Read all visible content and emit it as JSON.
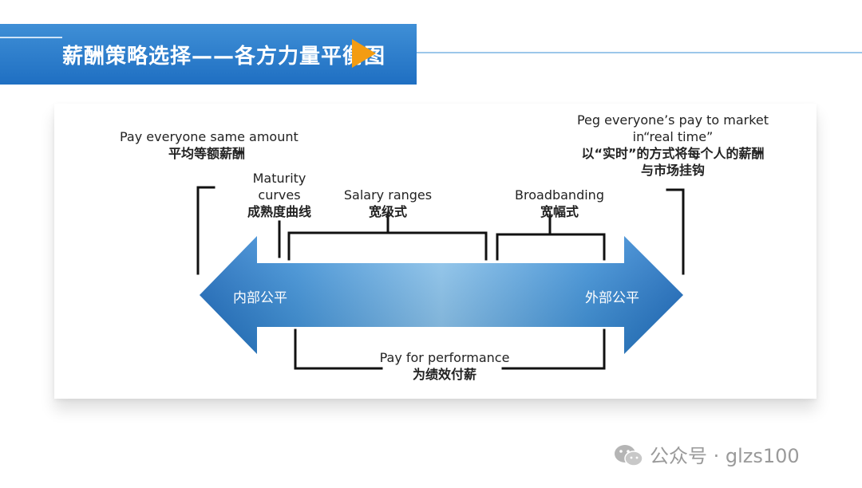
{
  "header": {
    "title": "薪酬策略选择——各方力量平衡图"
  },
  "diagram": {
    "arrow": {
      "left_label": "内部公平",
      "right_label": "外部公平"
    },
    "strategies": [
      {
        "en": "Pay everyone same amount",
        "zh": "平均等额薪酬"
      },
      {
        "en": "Maturity",
        "en2": "curves",
        "zh": "成熟度曲线"
      },
      {
        "en": "Salary ranges",
        "zh": "宽级式"
      },
      {
        "en": "Broadbanding",
        "zh": "宽幅式"
      },
      {
        "en": "Peg everyone’s pay to market",
        "en2": "in“real time”",
        "zh": "以“实时”的方式将每个人的薪酬",
        "zh2": "与市场挂钩"
      },
      {
        "en": "Pay for performance",
        "zh": "为绩效付薪"
      }
    ]
  },
  "watermark": {
    "text": "公众号 · glzs100"
  },
  "colors": {
    "banner": "#2a7dcc",
    "arrow_dark": "#1f6fc2",
    "arrow_light": "#6fb6ea",
    "play_icon": "#f39c12",
    "bracket": "#111111"
  }
}
